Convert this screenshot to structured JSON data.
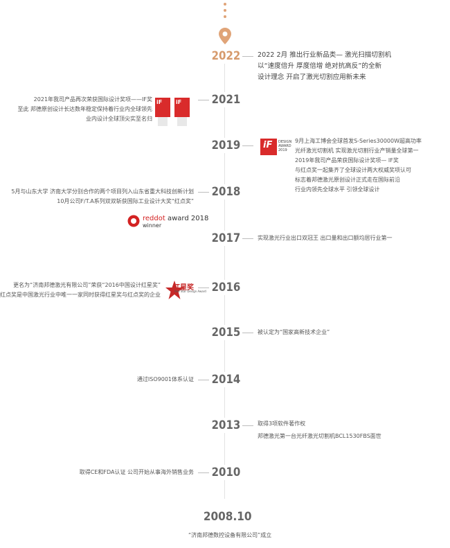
{
  "colors": {
    "accent": "#d69a6c",
    "award_red": "#d92b2b",
    "axis": "#e2e2e2",
    "text": "#555555"
  },
  "timeline": {
    "y2022": {
      "year": "2022",
      "lines": [
        "2022 2月 推出行业新品类— 激光扫描切割机",
        "以“速度倍升 厚度倍增 绝对抗高反”的全新",
        "设计理念 开启了激光切割应用新未来"
      ]
    },
    "y2021": {
      "year": "2021",
      "lines": [
        "2021年我司产品再次荣获国际设计奖项——IF奖",
        "至此 邦德原创设计长达数年稳定保持着行业内全球领先",
        "业内设计全球顶尖实至名归"
      ],
      "badge_tag": "iF"
    },
    "y2019": {
      "year": "2019",
      "lines": [
        "9月上海工博会全球首发S-Series30000W超高功率",
        "光纤激光切割机 实现激光切割行业产销量全球第一",
        "2019年我司产品荣获国际设计奖项— IF奖",
        "与红点奖一起集齐了全球设计两大权威奖项认可",
        "标志着邦德激光原创设计正式走在国际前沿",
        "行业内领先全球水平 引领全球设计"
      ],
      "badge_tag": "iF",
      "badge_caption": [
        "DESIGN",
        "AWARD",
        "2019"
      ]
    },
    "y2018": {
      "year": "2018",
      "lines": [
        "5月与山东大学 济南大学分别合作的两个项目列入山东省重大科技创新计划",
        "10月公司F/T.A系列双双斩获国际工业设计大奖“红点奖”"
      ],
      "reddot": {
        "red": "reddot",
        "award": "award 2018",
        "winner": "winner"
      }
    },
    "y2017": {
      "year": "2017",
      "lines": [
        "实现激光行业出口双冠王 出口量和出口额均居行业第一"
      ]
    },
    "y2016": {
      "year": "2016",
      "lines": [
        "更名为“济南邦德激光有限公司”荣获“2016中国设计红星奖”",
        "与红点奖是中国激光行业中唯一一家同时获得红星奖与红点奖的企业"
      ],
      "redstar": {
        "title": "红星奖",
        "sub": "Red Star Design Award"
      }
    },
    "y2015": {
      "year": "2015",
      "lines": [
        "被认定为“国家高新技术企业”"
      ]
    },
    "y2014": {
      "year": "2014",
      "lines": [
        "通过ISO9001体系认证"
      ]
    },
    "y2013": {
      "year": "2013",
      "lines": [
        "取得3项软件著作权",
        "邦德激光第一台光纤激光切割机BCL1530FBS面世"
      ]
    },
    "y2010": {
      "year": "2010",
      "lines": [
        "取得CE和FDA认证 公司开始从事海外销售业务"
      ]
    },
    "founding": {
      "year": "2008.10",
      "lines": [
        "“济南邦德数控设备有限公司”成立"
      ]
    }
  }
}
